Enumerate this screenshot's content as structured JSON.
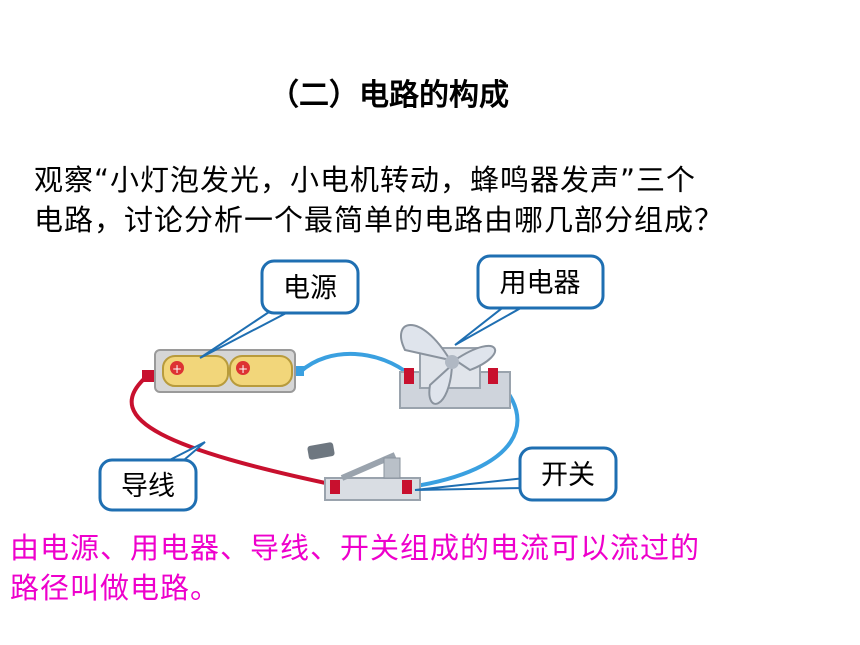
{
  "slide": {
    "title": "（二）电路的构成",
    "question_line1": "观察“小灯泡发光，小电机转动，蜂鸣器发声”三个",
    "question_line2": "电路，讨论分析一个最简单的电路由哪几部分组成？",
    "conclusion_line1": "由电源、用电器、导线、开关组成的电流可以流过的",
    "conclusion_line2": "路径叫做电路。"
  },
  "diagram": {
    "labels": {
      "power": "电源",
      "appliance": "用电器",
      "wire": "导线",
      "switch": "开关"
    },
    "battery_symbol": "+"
  },
  "colors": {
    "conclusion": "#ee00cc",
    "callout_border": "#1f6fb2",
    "red_wire": "#c8102e",
    "blue_wire": "#3aa0e0"
  }
}
